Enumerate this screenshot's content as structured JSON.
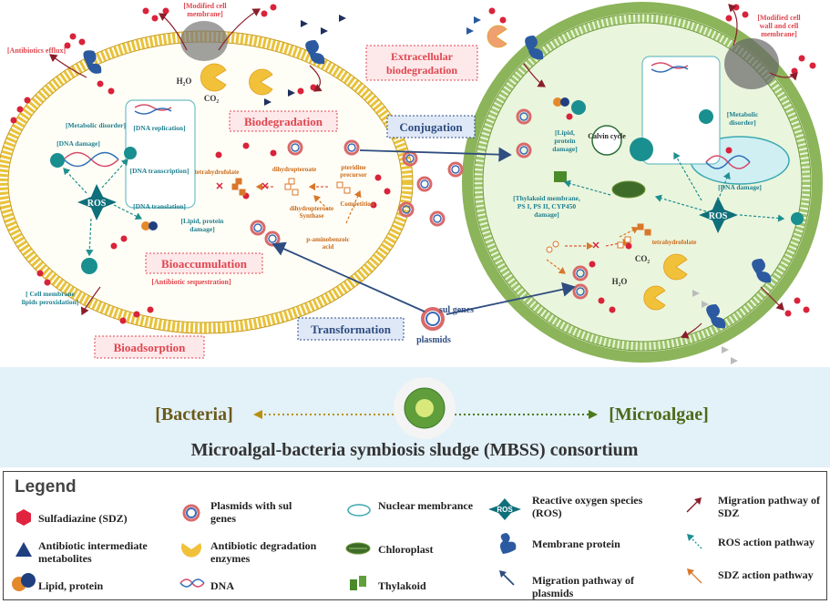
{
  "bacteria": {
    "modified_cell_membrane": "[Modified cell membrane]",
    "antibiotics_efflux": "[Antibiotics efflux]",
    "metabolic_disorder": "[Metabolic disorder]",
    "dna_damage": "[DNA damage]",
    "dna_replication": "[DNA replication]",
    "dna_transcription": "[DNA transcription]",
    "dna_translation": "[DNA translation]",
    "ros": "ROS",
    "lipid_protein_damage": "[Lipid, protein damage]",
    "antibiotic_sequestration": "[Antibiotic sequestration]",
    "cell_membrane_lipids_peroxidation": "[ Cell membrane lipids peroxidation]",
    "h2o": "H₂O",
    "co2": "CO₂",
    "tetrahydrofolate": "tetrahydrofolate",
    "dihydropteroate": "dihydropteroate",
    "pteridine_precursor": "pteridine precursor",
    "dihydropteroate_synthase": "dihydropteroate Synthase",
    "competition": "Competition",
    "p_aminobenzoic_acid": "p-aminobenzoic acid"
  },
  "process_boxes": {
    "biodegradation": "Biodegradation",
    "bioaccumulation": "Bioaccumulation",
    "bioadsorption": "Bioadsorption",
    "extracellular_biodegradation": "Extracellular biodegradation",
    "conjugation": "Conjugation",
    "transformation": "Transformation"
  },
  "gene_labels": {
    "sul_genes": "sul genes",
    "plasmids": "plasmids"
  },
  "microalgae": {
    "modified_cell_wall": "[Modified cell wall and cell membrane]",
    "lipid_protein_damage": "[Lipid, protein damage]",
    "calvin_cycle": "Calvin cycle",
    "metabolic_disorder": "[Metabolic disorder]",
    "dna_damage": "[DNA damage]",
    "thylakoid_damage": "[Thylakoid membrane, PS I, PS II, CYP450 damage]",
    "ros": "ROS",
    "tetrahydrofolate": "tetrahydrofolate",
    "co2": "CO₂",
    "h2o": "H₂O"
  },
  "consortium": {
    "bacteria_label": "[Bacteria]",
    "microalgae_label": "[Microalgae]",
    "title": "Microalgal-bacteria symbiosis sludge (MBSS) consortium"
  },
  "legend": {
    "title": "Legend",
    "items": [
      {
        "label": "Sulfadiazine (SDZ)",
        "icon": "red-hexagon"
      },
      {
        "label": "Antibiotic intermediate metabolites",
        "icon": "blue-triangle"
      },
      {
        "label": "Lipid, protein",
        "icon": "orange-blue-circles"
      },
      {
        "label": "Plasmids with sul genes",
        "icon": "plasmid-ring"
      },
      {
        "label": "Antibiotic degradation enzymes",
        "icon": "yellow-pacman"
      },
      {
        "label": "DNA",
        "icon": "dna-helix"
      },
      {
        "label": "Nuclear membrance",
        "icon": "oval-outline"
      },
      {
        "label": "Chloroplast",
        "icon": "chloroplast"
      },
      {
        "label": "Thylakoid",
        "icon": "thylakoid"
      },
      {
        "label": "Reactive oxygen species (ROS)",
        "icon": "ros-star"
      },
      {
        "label": "Membrane protein",
        "icon": "membrane-protein"
      },
      {
        "label": "Migration pathway of plasmids",
        "icon": "navy-arrow"
      },
      {
        "label": "Migration pathway of SDZ",
        "icon": "dark-red-arrow"
      },
      {
        "label": "ROS action pathway",
        "icon": "teal-dashed-arrow"
      },
      {
        "label": "SDZ action pathway",
        "icon": "orange-arrow"
      }
    ],
    "ros_icon_text": "ROS"
  },
  "colors": {
    "red_label": "#e0464f",
    "teal_label": "#1f7f8f",
    "navy": "#2f4d80",
    "dark_red": "#8b1d2a",
    "orange": "#d9772a",
    "bacteria_membrane": "#e8c23a",
    "algae_membrane": "#9cc46a",
    "algae_fill": "#eaf5dd",
    "band": "#e3f1f8",
    "olive_text": "#6b5a1a",
    "green_text": "#4c6b1a"
  }
}
